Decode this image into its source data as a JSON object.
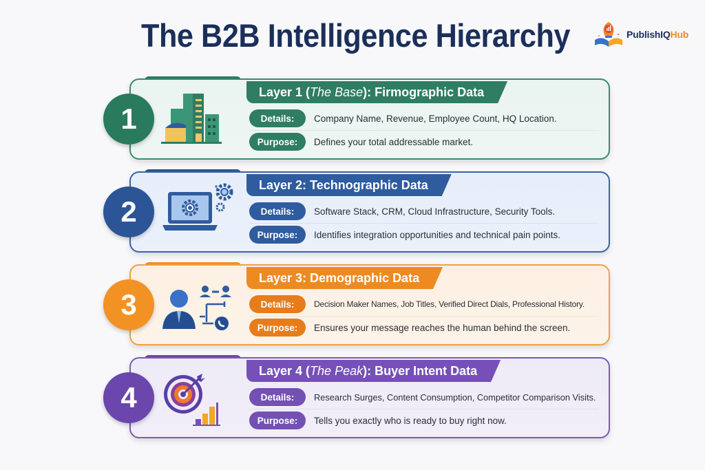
{
  "header": {
    "title": "The B2B Intelligence Hierarchy",
    "logo": {
      "name_main": "PublishIQ",
      "name_accent": "Hub"
    }
  },
  "layers": [
    {
      "number": "1",
      "title_prefix": "Layer 1 (",
      "title_italic": "The Base",
      "title_suffix": "): Firmographic Data",
      "icon": "buildings-icon",
      "details_label": "Details:",
      "details": "Company Name, Revenue, Employee Count, HQ Location.",
      "purpose_label": "Purpose:",
      "purpose": "Defines your total addressable market.",
      "color": "#2f7d62"
    },
    {
      "number": "2",
      "title_prefix": "Layer 2: Technographic Data",
      "title_italic": "",
      "title_suffix": "",
      "icon": "laptop-gears-icon",
      "details_label": "Details:",
      "details": "Software Stack, CRM, Cloud Infrastructure, Security Tools.",
      "purpose_label": "Purpose:",
      "purpose": "Identifies integration opportunities and technical pain points.",
      "color": "#2f5b9f"
    },
    {
      "number": "3",
      "title_prefix": "Layer 3: Demographic Data",
      "title_italic": "",
      "title_suffix": "",
      "icon": "person-network-icon",
      "details_label": "Details:",
      "details": "Decision Maker Names, Job Titles, Verified Direct Dials, Professional History.",
      "purpose_label": "Purpose:",
      "purpose": "Ensures your message reaches the human behind the screen.",
      "color": "#ee8a22"
    },
    {
      "number": "4",
      "title_prefix": "Layer 4 (",
      "title_italic": "The Peak",
      "title_suffix": "): Buyer Intent Data",
      "icon": "target-chart-icon",
      "details_label": "Details:",
      "details": "Research Surges, Content Consumption, Competitor Comparison Visits.",
      "purpose_label": "Purpose:",
      "purpose": "Tells you exactly who is ready to buy right now.",
      "color": "#7650b8"
    }
  ]
}
